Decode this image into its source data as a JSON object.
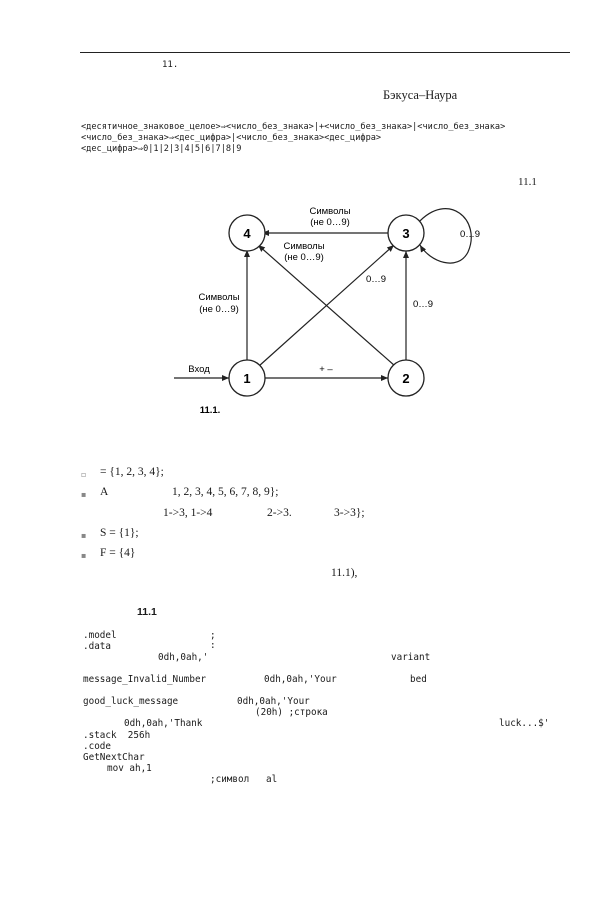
{
  "header": {
    "page_number": "11."
  },
  "title_fragment": "Бэкуса–Наура",
  "bnf": [
    "<десятичное_знаковое_целое>⇒<число_без_знака>|+<число_без_знака>|<число_без_знака>",
    "<число_без_знака>⇒<дес_цифра>|<число_без_знака><дес_цифра>",
    "<дес_цифра>⇒0|1|2|3|4|5|6|7|8|9"
  ],
  "figure_ref_right": "11.1",
  "diagram": {
    "nodes": [
      {
        "id": "n1",
        "label": "1"
      },
      {
        "id": "n2",
        "label": "2"
      },
      {
        "id": "n3",
        "label": "3"
      },
      {
        "id": "n4",
        "label": "4"
      }
    ],
    "edge_labels": {
      "n3_n4_line1": "Символы",
      "n3_n4_line2": "(не 0…9)",
      "n2_n4_line1": "Символы",
      "n2_n4_line2": "(не 0…9)",
      "n1_n4_line1": "Символы",
      "n1_n4_line2": "(не 0…9)",
      "n1_n3": "0…9",
      "n2_n3": "0…9",
      "n3_loop": "0…9",
      "n1_n2": "+ –",
      "entry": "Вход"
    },
    "caption": "11.1."
  },
  "formal": {
    "q_set": "= {1, 2, 3, 4};",
    "a_label": "A",
    "a_set": "1, 2, 3, 4, 5, 6, 7, 8, 9};",
    "trans1": "1->3, 1->4",
    "trans2": "2->3.",
    "trans3": "3->3};",
    "start": "S = {1};",
    "final": "F = {4}",
    "ref": "11.1),"
  },
  "listing": {
    "title": "11.1",
    "lines": [
      ".model",
      ".data",
      "0dh,0ah,'",
      "variant",
      "message_Invalid_Number",
      "0dh,0ah,'Your",
      "bed",
      "good_luck_message",
      "0dh,0ah,'Your",
      "(20h) ;строка",
      "0dh,0ah,'Thank",
      "luck...$'",
      ".stack  256h",
      ".code",
      "GetNextChar",
      "mov ah,1",
      ";символ   al"
    ]
  }
}
